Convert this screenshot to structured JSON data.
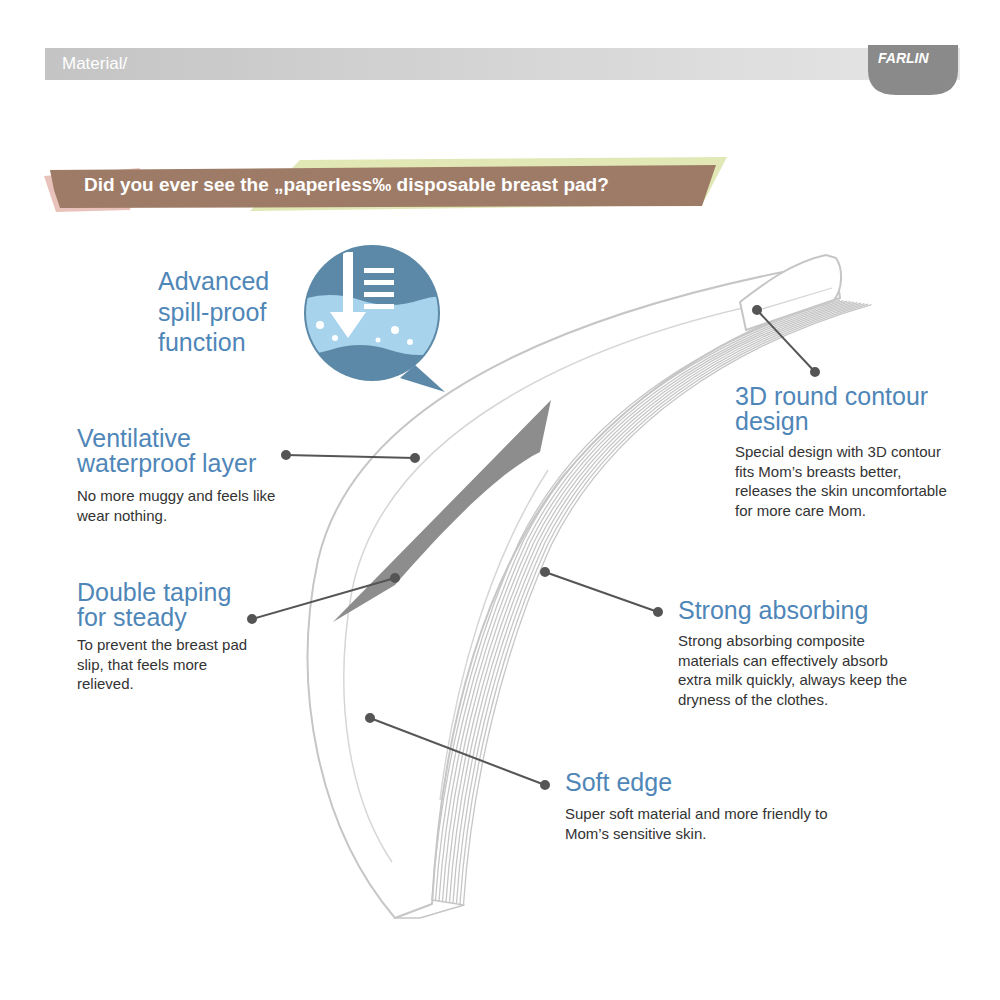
{
  "diagram": {
    "title": "Did you ever see the „paperless‰ disposable breast pad?",
    "labels": [
      "Material/",
      "FARLIN",
      "Advanced spill-proof function",
      "Ventilative waterproof layer",
      "No more muggy and feels like wear nothing.",
      "3D round contour design",
      "Special design with 3D contour fits Mom’s breasts better, releases the skin uncomfortable for more care Mom.",
      "Double taping for steady",
      "To prevent the breast pad slip, that feels more relieved.",
      "Strong absorbing",
      "Strong absorbing composite materials can effectively absorb extra milk quickly, always keep the dryness of the clothes.",
      "Soft edge",
      "Super soft material and more friendly to Mom’s sensitive skin."
    ]
  }
}
